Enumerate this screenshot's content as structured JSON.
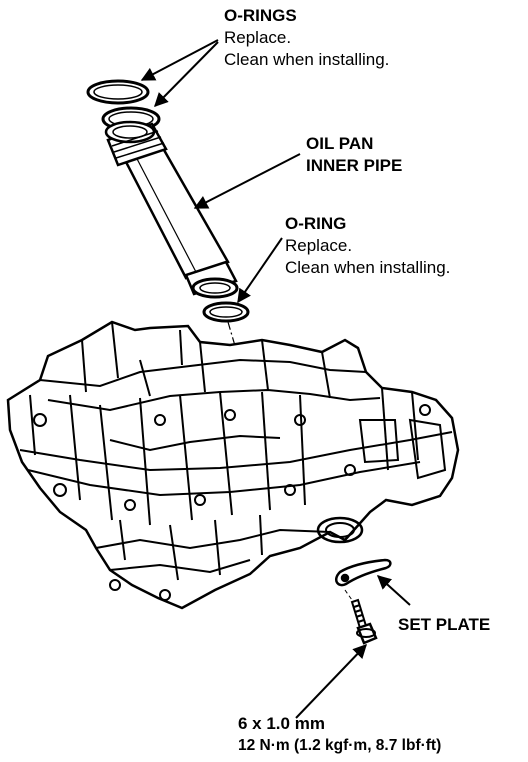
{
  "callouts": {
    "o_rings": {
      "title": "O-RINGS",
      "line1": "Replace.",
      "line2": "Clean when installing."
    },
    "inner_pipe": {
      "line1": "OIL PAN",
      "line2": "INNER PIPE"
    },
    "o_ring": {
      "title": "O-RING",
      "line1": "Replace.",
      "line2": "Clean when installing."
    },
    "set_plate": {
      "title": "SET PLATE"
    },
    "bolt": {
      "size": "6 x 1.0 mm",
      "torque": "12 N·m (1.2 kgf·m, 8.7 lbf·ft)"
    }
  },
  "colors": {
    "ink": "#000000",
    "paper": "#ffffff"
  }
}
